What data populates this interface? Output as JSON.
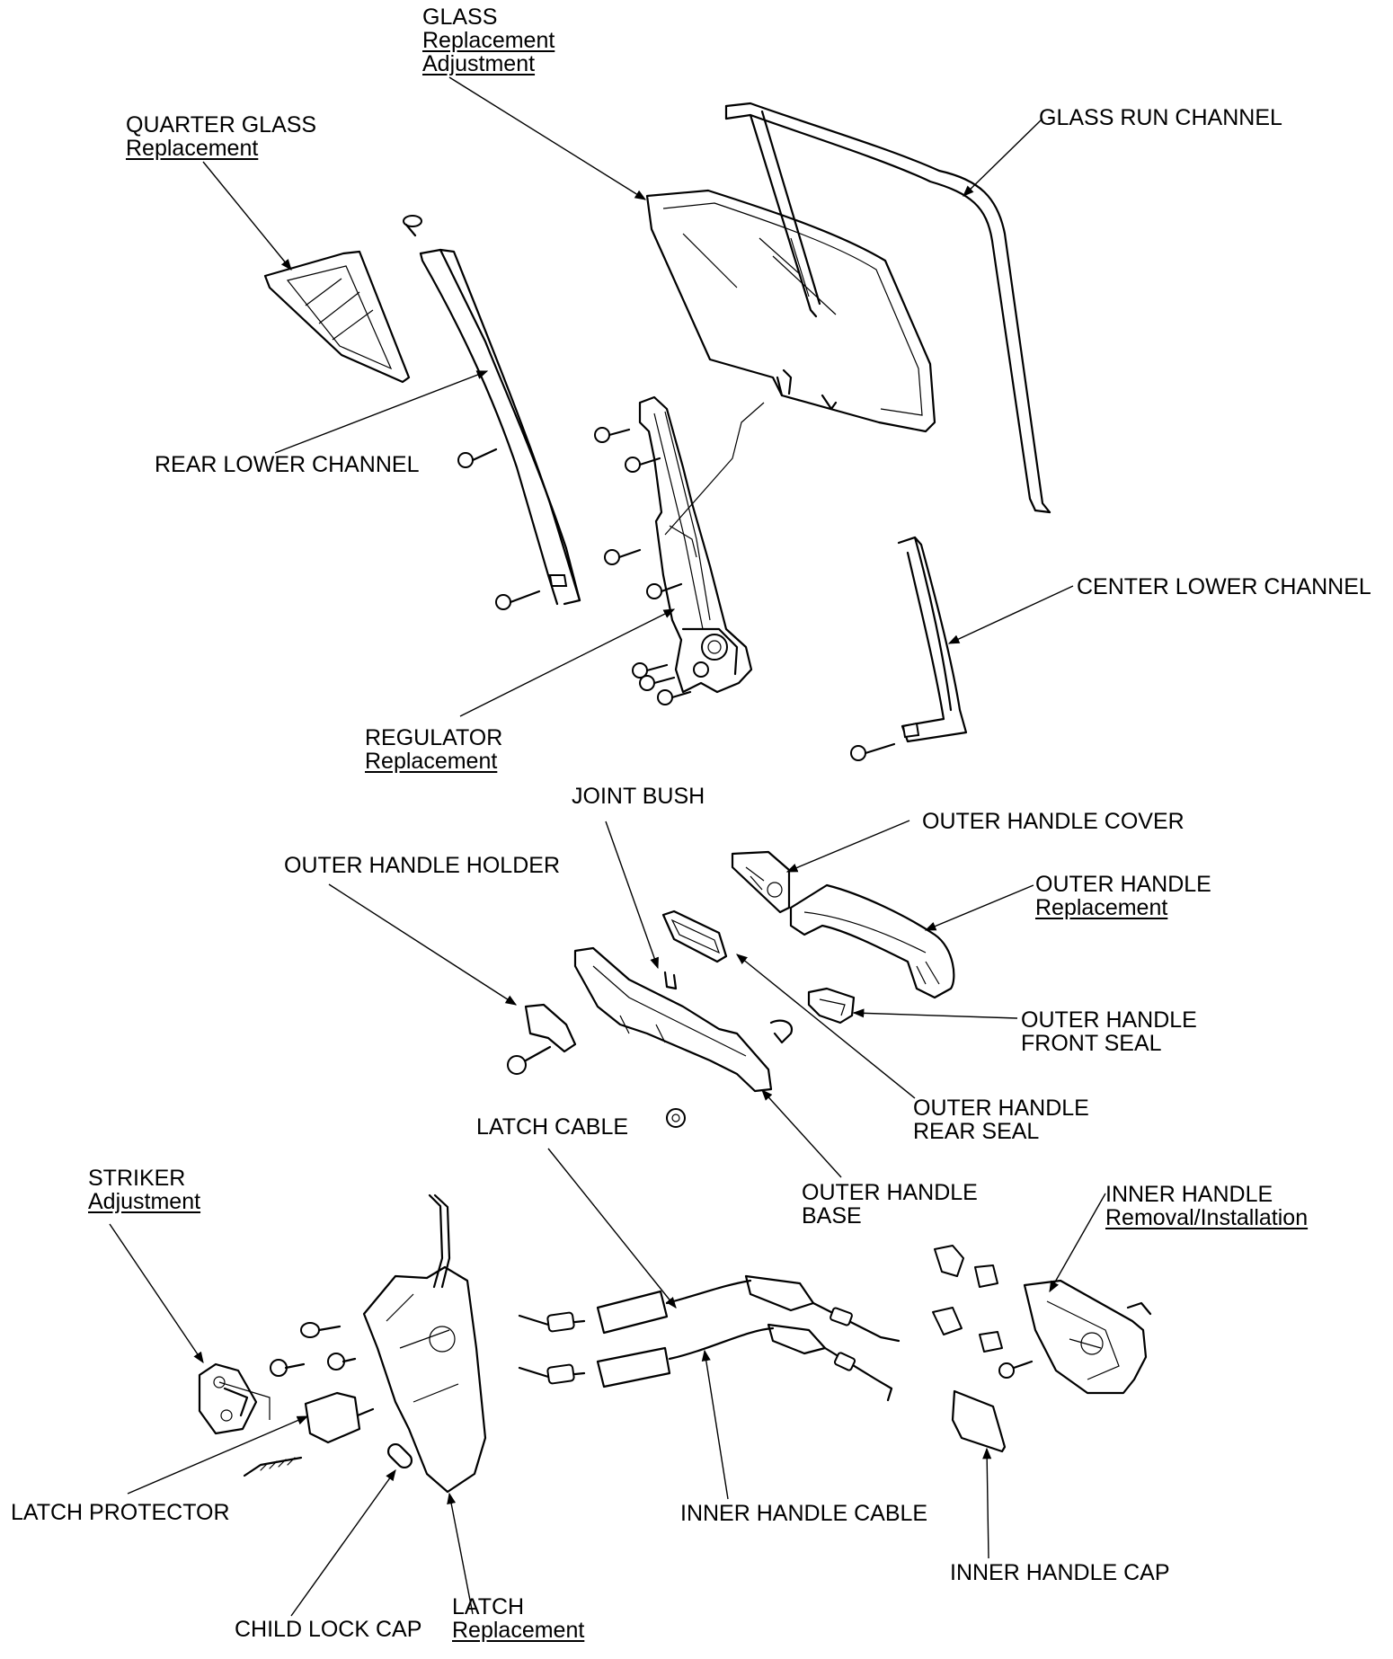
{
  "labels": {
    "glass": {
      "name": "GLASS",
      "link1": "Replacement",
      "link2": "Adjustment"
    },
    "quarter_glass": {
      "name": "QUARTER GLASS",
      "link": "Replacement"
    },
    "glass_run_channel": {
      "name": "GLASS RUN CHANNEL"
    },
    "rear_lower_channel": {
      "name": "REAR LOWER CHANNEL"
    },
    "center_lower_channel": {
      "name": "CENTER LOWER CHANNEL"
    },
    "regulator": {
      "name": "REGULATOR",
      "link": "Replacement"
    },
    "joint_bush": {
      "name": "JOINT BUSH"
    },
    "outer_handle_cover": {
      "name": "OUTER HANDLE COVER"
    },
    "outer_handle_holder": {
      "name": "OUTER HANDLE HOLDER"
    },
    "outer_handle": {
      "name": "OUTER HANDLE",
      "link": "Replacement"
    },
    "outer_handle_front_seal": {
      "line1": "OUTER HANDLE",
      "line2": "FRONT SEAL"
    },
    "outer_handle_rear_seal": {
      "line1": "OUTER HANDLE",
      "line2": "REAR SEAL"
    },
    "latch_cable": {
      "name": "LATCH CABLE"
    },
    "outer_handle_base": {
      "line1": "OUTER HANDLE",
      "line2": "BASE"
    },
    "striker": {
      "name": "STRIKER",
      "link": "Adjustment"
    },
    "inner_handle": {
      "name": "INNER HANDLE",
      "link": "Removal/Installation"
    },
    "latch_protector": {
      "name": "LATCH PROTECTOR"
    },
    "inner_handle_cable": {
      "name": "INNER HANDLE CABLE"
    },
    "inner_handle_cap": {
      "name": "INNER HANDLE CAP"
    },
    "child_lock_cap": {
      "name": "CHILD LOCK CAP"
    },
    "latch": {
      "name": "LATCH",
      "link": "Replacement"
    }
  }
}
